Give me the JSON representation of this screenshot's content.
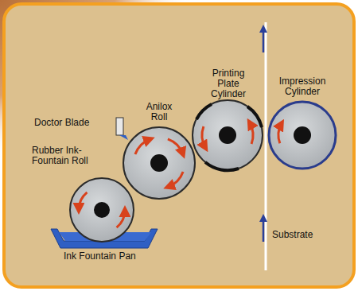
{
  "diagram": {
    "labels": [
      "Printing Plate Cylinder",
      "Impression Cylinder",
      "Anilox Roll",
      "Doctor Blade",
      "Rubber Ink-Fountain Roll",
      "Ink Fountain Pan",
      "Substrate"
    ]
  }
}
